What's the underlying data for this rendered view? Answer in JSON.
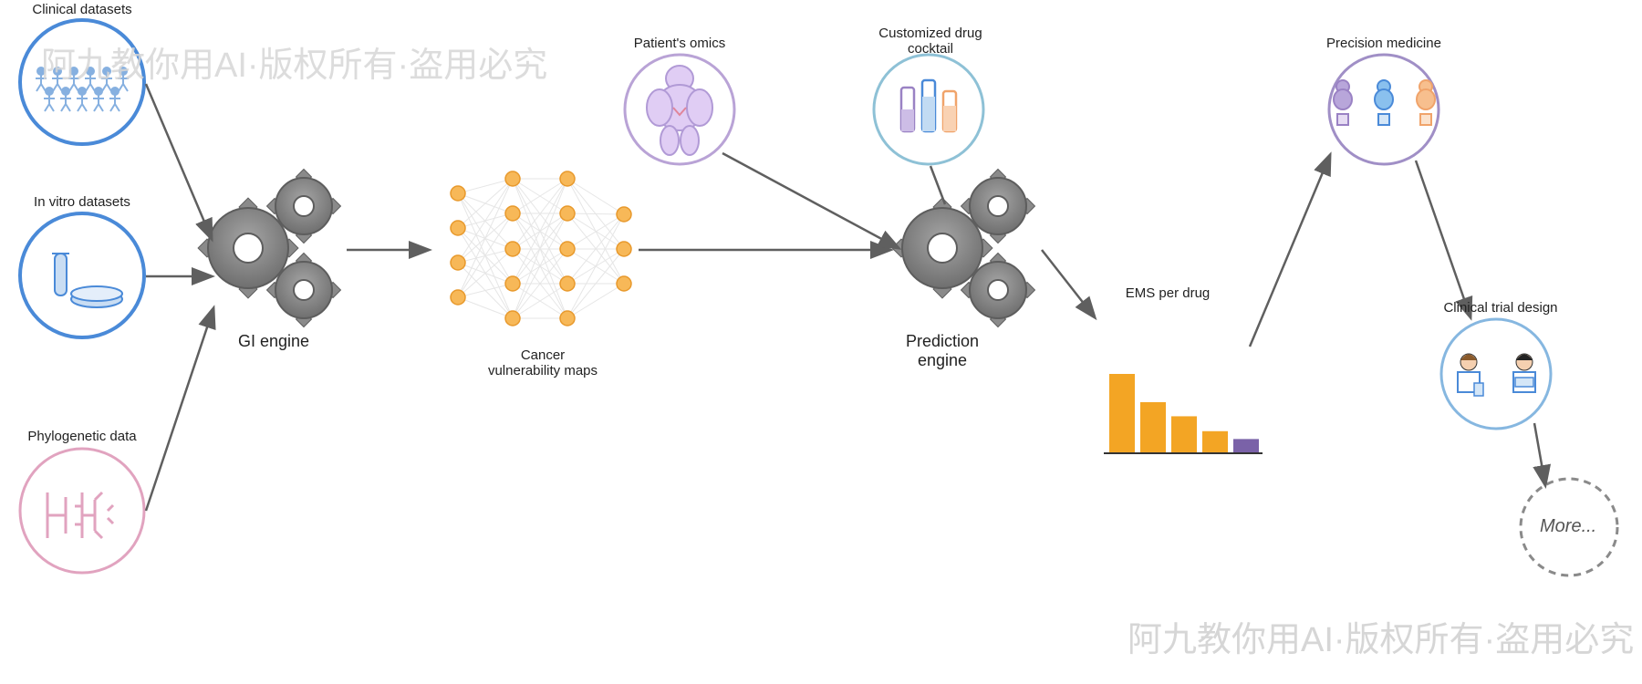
{
  "labels": {
    "clinical": "Clinical datasets",
    "invitro": "In vitro datasets",
    "phylo": "Phylogenetic data",
    "gi_engine": "GI engine",
    "cancer_maps_1": "Cancer",
    "cancer_maps_2": "vulnerability maps",
    "omics": "Patient's omics",
    "cocktail_1": "Customized drug",
    "cocktail_2": "cocktail",
    "prediction_1": "Prediction",
    "prediction_2": "engine",
    "ems": "EMS per drug",
    "precision": "Precision medicine",
    "trial": "Clinical trial design",
    "more": "More..."
  },
  "watermark": "阿九教你用AI·版权所有·盗用必究",
  "ems_bars": [
    1.0,
    0.64,
    0.46,
    0.27,
    0.17
  ],
  "colors": {
    "blue": "#4a8ad8",
    "light_blue": "#86b7e0",
    "pink": "#e1a3bf",
    "purple": "#a08fc6",
    "teal": "#8ec1d6",
    "orange": "#f2a93b",
    "bar_orange": "#f3a524",
    "bar_purple": "#7a62a8",
    "arrow": "#5f5f5f",
    "gear": "#8a8a8a"
  }
}
